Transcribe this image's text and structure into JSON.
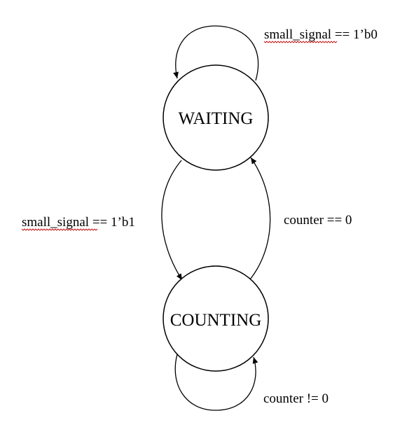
{
  "states": {
    "waiting": {
      "label": "WAITING"
    },
    "counting": {
      "label": "COUNTING"
    }
  },
  "transitions": {
    "waiting_self": {
      "label_prefix": "small_signal",
      "label_suffix": " == 1’b0"
    },
    "waiting_to_counting": {
      "label_prefix": "small_signal",
      "label_suffix": " == 1’b1"
    },
    "counting_to_waiting": {
      "label": "counter == 0"
    },
    "counting_self": {
      "label": "counter != 0"
    }
  },
  "colors": {
    "stroke": "#000000",
    "spellcheck_underline": "#c00000"
  }
}
